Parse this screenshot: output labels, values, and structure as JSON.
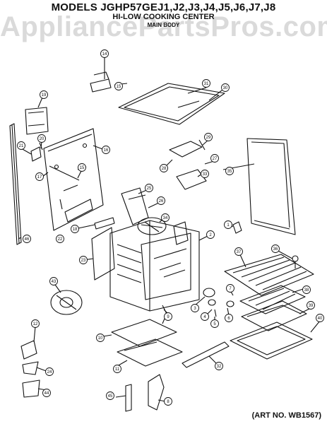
{
  "header": {
    "title": "MODELS JGHP57GEJ1,J2,J3,J4,J5,J6,J7,J8",
    "subtitle": "HI-LOW COOKING CENTER",
    "section": "MAIN BODY",
    "watermark": "AppliancePartsPros.com"
  },
  "footer": {
    "art_number": "(ART NO. WB1567)"
  },
  "callouts": {
    "c1": "1",
    "c2": "2",
    "c3": "3",
    "c4": "4",
    "c5": "5",
    "c6": "6",
    "c7": "7",
    "c8": "8",
    "c9": "9",
    "c10": "10",
    "c11": "11",
    "c12": "12",
    "c14": "14",
    "c15": "15",
    "c16": "16",
    "c17": "17",
    "c18": "18",
    "c19": "19",
    "c20": "20",
    "c21": "21",
    "c22": "22",
    "c23": "23",
    "c24": "24",
    "c25": "25",
    "c26": "26",
    "c27": "27",
    "c28": "28",
    "c29": "29",
    "c30": "30",
    "c31": "31",
    "c32": "32",
    "c33": "33",
    "c34": "34",
    "c35": "35",
    "c36": "36",
    "c37": "37",
    "c38": "38",
    "c39": "39",
    "c40": "40",
    "c43": "43",
    "c44": "44",
    "c45": "45",
    "c46": "46"
  },
  "colors": {
    "ink": "#111111",
    "paper": "#ffffff"
  }
}
